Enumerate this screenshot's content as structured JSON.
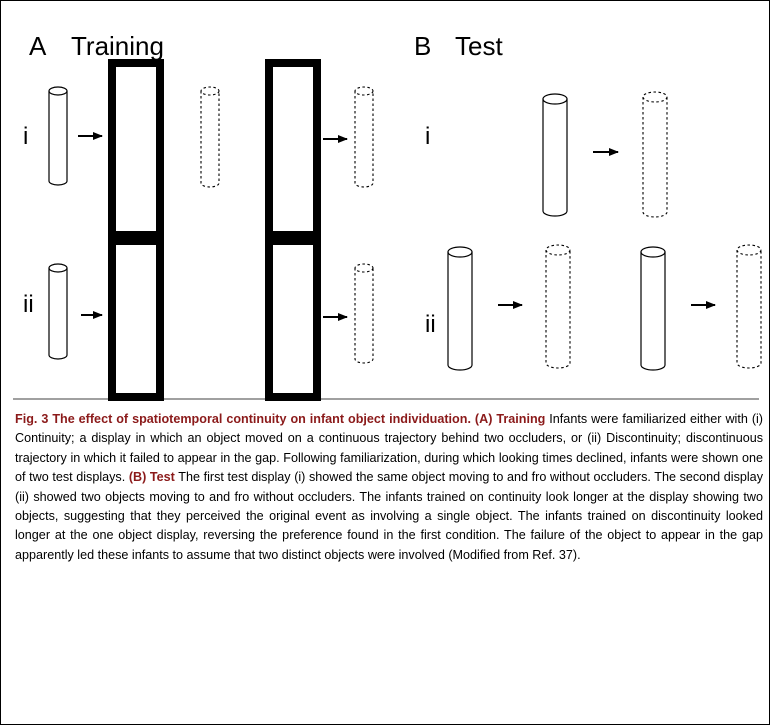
{
  "panels": {
    "a_letter": "A",
    "a_title": "Training",
    "b_letter": "B",
    "b_title": "Test"
  },
  "rows": {
    "i": "i",
    "ii": "ii"
  },
  "caption": {
    "title": "Fig. 3 The effect of spatiotemporal continuity on infant object individuation. (A)",
    "training_label": "Training",
    "training_text": " Infants were familiarized either with (i) Continuity; a display in which an object moved on a continuous trajectory behind two occluders, or (ii) Discontinuity; discontinuous trajectory in which it failed to appear in the gap. Following familiarization, during which looking times declined, infants were shown one of two test displays. ",
    "test_label": "(B) Test",
    "test_text": " The first test display (i) showed the same object moving to and fro without occluders. The second display (ii) showed two objects moving to and fro without occluders. The infants trained on continuity look longer at the display showing two objects, suggesting that they perceived the original event as involving a single object. The infants trained on discontinuity looked longer at the one object display, reversing the preference found in the first condition. The failure of the object to appear in the gap apparently led these infants to assume that two distinct objects were involved (Modified from Ref. 37)."
  },
  "colors": {
    "caption_accent": "#8b1a1a",
    "ink": "#000000"
  }
}
